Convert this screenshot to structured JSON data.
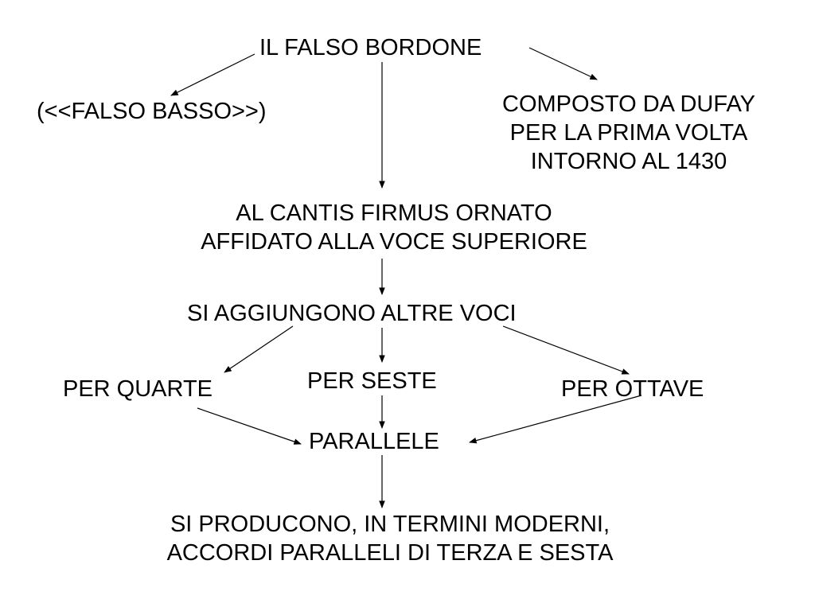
{
  "diagram": {
    "title": "IL FALSO BORDONE",
    "alias": "(<<FALSO BASSO>>)",
    "origin": [
      "COMPOSTO DA DUFAY",
      "PER LA PRIMA VOLTA",
      "INTORNO AL 1430"
    ],
    "cantus": [
      "AL CANTIS FIRMUS ORNATO",
      "AFFIDATO ALLA VOCE SUPERIORE"
    ],
    "add_voices": "SI AGGIUNGONO ALTRE VOCI",
    "per_quarte": "PER QUARTE",
    "per_seste": "PER SESTE",
    "per_ottave": "PER OTTAVE",
    "parallele": "PARALLELE",
    "result": [
      "SI PRODUCONO, IN TERMINI MODERNI,",
      "ACCORDI PARALLELI DI TERZA E SESTA"
    ]
  }
}
